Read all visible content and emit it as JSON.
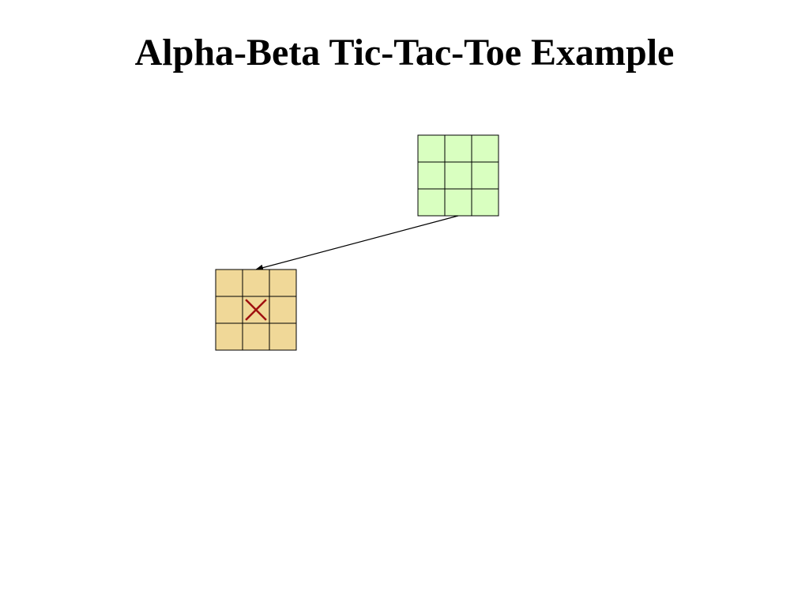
{
  "slide": {
    "title": "Alpha-Beta Tic-Tac-Toe Example"
  },
  "colors": {
    "root_board_fill": "#d9ffc0",
    "child_board_fill": "#f0d898",
    "grid_line": "#000000",
    "x_mark": "#a01010",
    "edge": "#000000"
  },
  "boards": [
    {
      "id": "root",
      "cells": [
        "",
        "",
        "",
        "",
        "",
        "",
        "",
        "",
        ""
      ]
    },
    {
      "id": "child-center",
      "cells": [
        "",
        "",
        "",
        "",
        "X",
        "",
        "",
        "",
        ""
      ]
    }
  ],
  "edges": [
    {
      "from": "root",
      "to": "child-center"
    }
  ]
}
